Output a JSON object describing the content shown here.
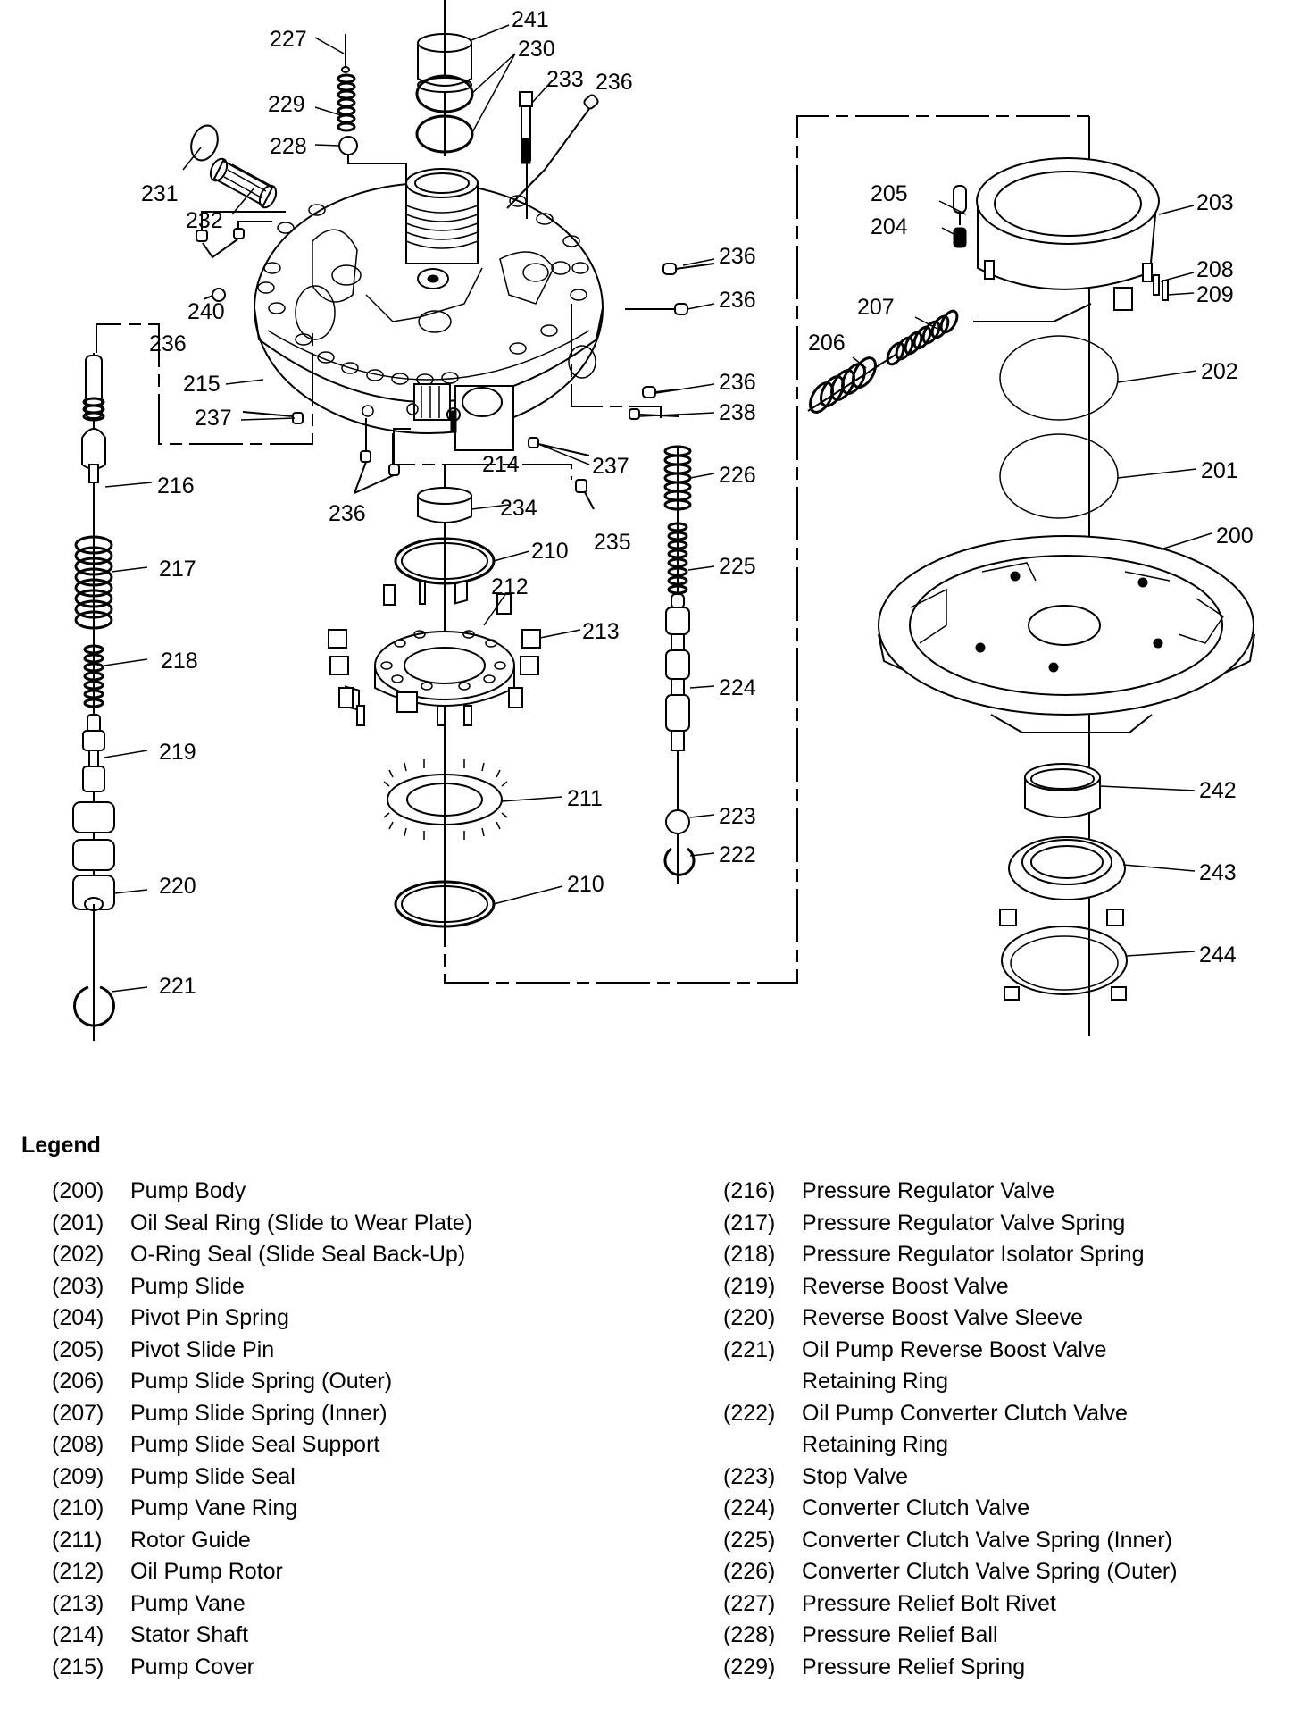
{
  "diagram": {
    "callouts": {
      "c241": "241",
      "c227": "227",
      "c230": "230",
      "c233": "233",
      "c236a": "236",
      "c229": "229",
      "c228": "228",
      "c231": "231",
      "c232": "232",
      "c236b": "236",
      "c236c": "236",
      "c240": "240",
      "c236d": "236",
      "c215": "215",
      "c236e": "236",
      "c238": "238",
      "c237a": "237",
      "c214": "214",
      "c237b": "237",
      "c216": "216",
      "c236f": "236",
      "c234": "234",
      "c235": "235",
      "c226": "226",
      "c210a": "210",
      "c217": "217",
      "c212": "212",
      "c225": "225",
      "c213": "213",
      "c218": "218",
      "c224": "224",
      "c219": "219",
      "c211": "211",
      "c223": "223",
      "c222": "222",
      "c220": "220",
      "c210b": "210",
      "c221": "221",
      "c205": "205",
      "c203": "203",
      "c204": "204",
      "c208": "208",
      "c209": "209",
      "c207": "207",
      "c206": "206",
      "c202": "202",
      "c201": "201",
      "c200": "200",
      "c242": "242",
      "c243": "243",
      "c244": "244"
    }
  },
  "legend": {
    "title": "Legend",
    "left": [
      {
        "num": "(200)",
        "text": "Pump Body"
      },
      {
        "num": "(201)",
        "text": "Oil Seal Ring (Slide to Wear Plate)"
      },
      {
        "num": "(202)",
        "text": "O-Ring Seal (Slide Seal Back-Up)"
      },
      {
        "num": "(203)",
        "text": "Pump Slide"
      },
      {
        "num": "(204)",
        "text": "Pivot Pin Spring"
      },
      {
        "num": "(205)",
        "text": "Pivot Slide Pin"
      },
      {
        "num": "(206)",
        "text": "Pump Slide Spring (Outer)"
      },
      {
        "num": "(207)",
        "text": "Pump Slide Spring (Inner)"
      },
      {
        "num": "(208)",
        "text": "Pump Slide Seal Support"
      },
      {
        "num": "(209)",
        "text": "Pump Slide Seal"
      },
      {
        "num": "(210)",
        "text": "Pump Vane Ring"
      },
      {
        "num": "(211)",
        "text": "Rotor Guide"
      },
      {
        "num": "(212)",
        "text": "Oil Pump Rotor"
      },
      {
        "num": "(213)",
        "text": "Pump Vane"
      },
      {
        "num": "(214)",
        "text": "Stator Shaft"
      },
      {
        "num": "(215)",
        "text": "Pump Cover"
      }
    ],
    "right": [
      {
        "num": "(216)",
        "text": "Pressure Regulator Valve"
      },
      {
        "num": "(217)",
        "text": "Pressure Regulator Valve Spring"
      },
      {
        "num": "(218)",
        "text": "Pressure Regulator Isolator Spring"
      },
      {
        "num": "(219)",
        "text": "Reverse Boost Valve"
      },
      {
        "num": "(220)",
        "text": "Reverse Boost Valve Sleeve"
      },
      {
        "num": "(221)",
        "text": "Oil Pump Reverse Boost Valve Retaining Ring"
      },
      {
        "num": "(222)",
        "text": "Oil Pump Converter Clutch Valve Retaining Ring"
      },
      {
        "num": "(223)",
        "text": "Stop Valve"
      },
      {
        "num": "(224)",
        "text": "Converter Clutch Valve"
      },
      {
        "num": "(225)",
        "text": "Converter Clutch Valve Spring (Inner)"
      },
      {
        "num": "(226)",
        "text": "Converter Clutch Valve Spring (Outer)"
      },
      {
        "num": "(227)",
        "text": "Pressure Relief Bolt Rivet"
      },
      {
        "num": "(228)",
        "text": "Pressure Relief Ball"
      },
      {
        "num": "(229)",
        "text": "Pressure Relief Spring"
      }
    ]
  }
}
